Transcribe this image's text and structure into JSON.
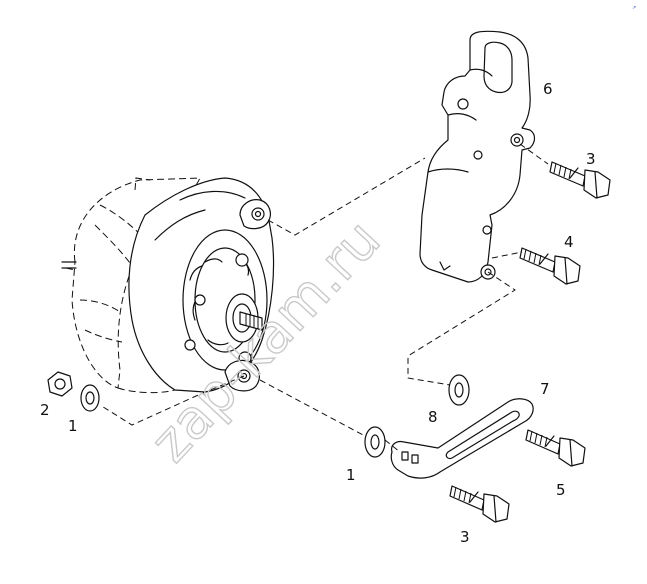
{
  "corner_mark": "↗ ",
  "watermark": "zap-kam.ru",
  "callouts": {
    "washer_left": "1",
    "nut": "2",
    "washer_mid": "1",
    "bolt_upper": "3",
    "bolt_mid": "4",
    "bolt_right": "5",
    "bracket_upper": "6",
    "adjust_bar": "7",
    "washer_small": "8",
    "bolt_lower": "3"
  }
}
